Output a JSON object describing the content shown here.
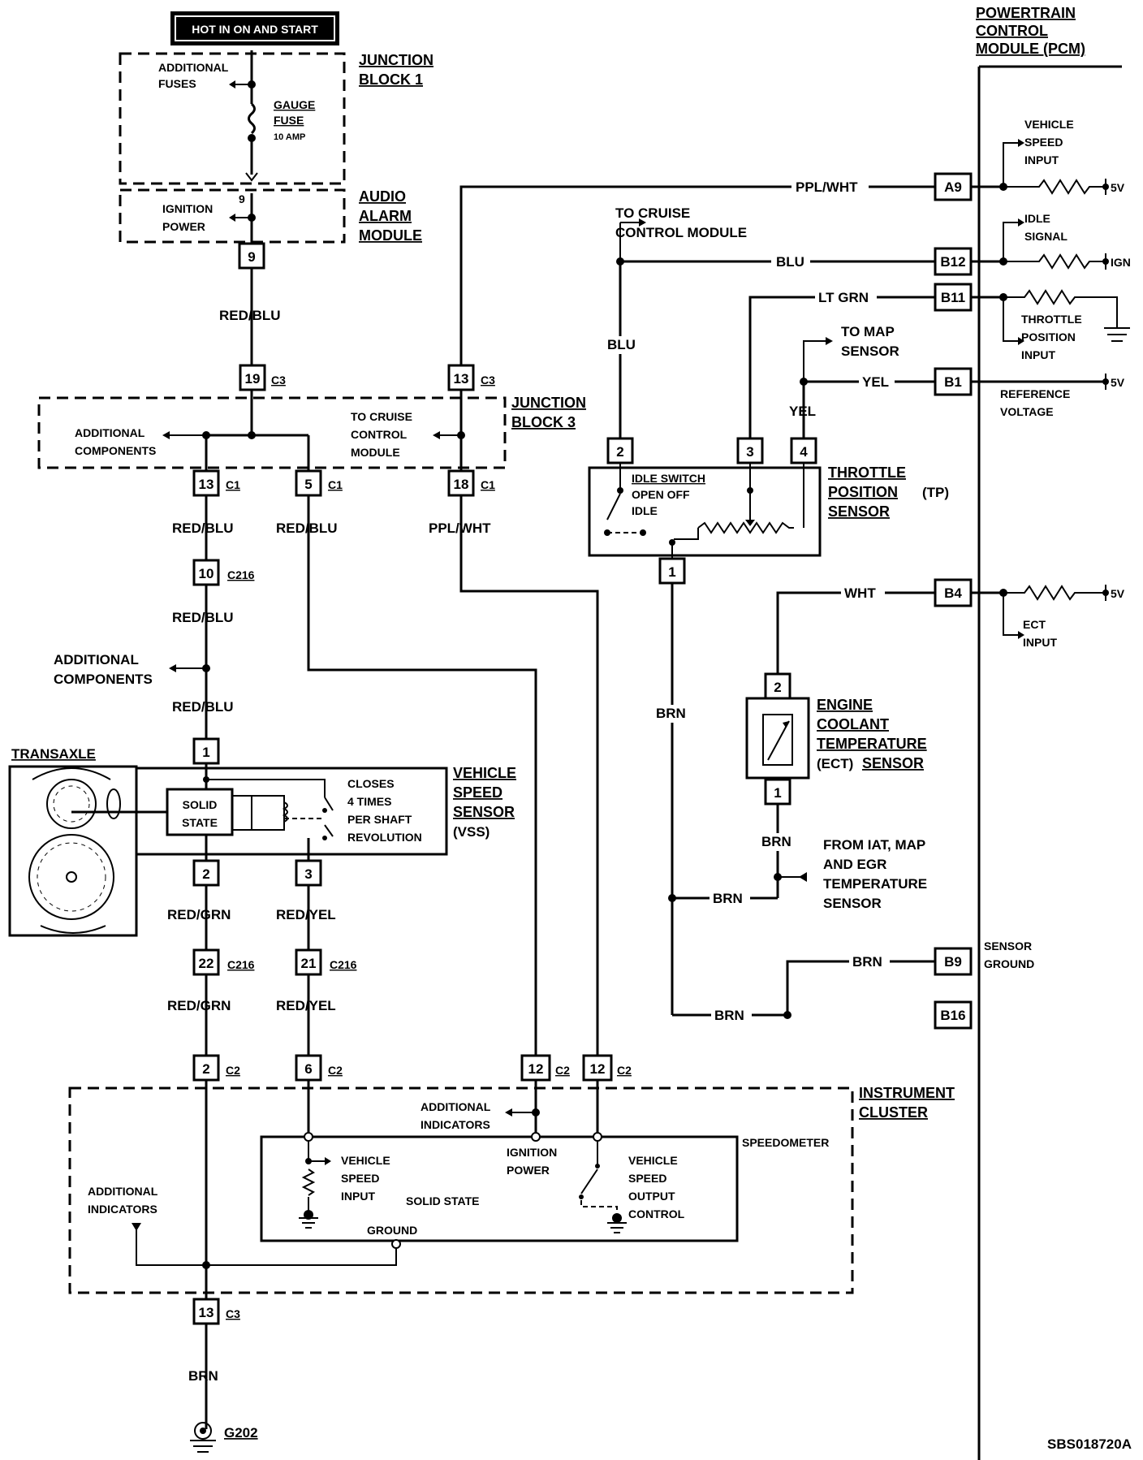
{
  "hot_label": "HOT IN ON AND START",
  "pcm_title": [
    "POWERTRAIN",
    "CONTROL",
    "MODULE (PCM)"
  ],
  "jb1": {
    "title": [
      "JUNCTION",
      "BLOCK 1"
    ],
    "additional_fuses": [
      "ADDITIONAL",
      "FUSES"
    ],
    "gauge_fuse": [
      "GAUGE",
      "FUSE",
      "10 AMP"
    ]
  },
  "audio_alarm": {
    "title": [
      "AUDIO",
      "ALARM",
      "MODULE"
    ],
    "ignition_power": [
      "IGNITION",
      "POWER"
    ],
    "pin_in": "9",
    "pin_out": "9"
  },
  "jb3": {
    "title": [
      "JUNCTION",
      "BLOCK 3"
    ],
    "additional_components": [
      "ADDITIONAL",
      "COMPONENTS"
    ],
    "to_cruise": [
      "TO CRUISE",
      "CONTROL",
      "MODULE"
    ]
  },
  "connectors": {
    "c3_19": "19",
    "c3_13": "13",
    "c3_label": "C3",
    "c1_13": "13",
    "c1_5": "5",
    "c1_18": "18",
    "c1_label": "C1",
    "c216_10": "10",
    "c216_22": "22",
    "c216_21": "21",
    "c216_label": "C216",
    "c2_2": "2",
    "c2_6": "6",
    "c2_12a": "12",
    "c2_12b": "12",
    "c2_label": "C2",
    "c3_13b": "13",
    "c3b_label": "C3"
  },
  "wires": {
    "red_blu": "RED/BLU",
    "ppl_wht": "PPL/WHT",
    "red_grn": "RED/GRN",
    "red_yel": "RED/YEL",
    "blu": "BLU",
    "lt_grn": "LT GRN",
    "yel": "YEL",
    "wht": "WHT",
    "brn": "BRN"
  },
  "additional_components_left": [
    "ADDITIONAL",
    "COMPONENTS"
  ],
  "transaxle": "TRANSAXLE",
  "vss": {
    "title": [
      "VEHICLE",
      "SPEED",
      "SENSOR"
    ],
    "abbr": "(VSS)",
    "solid_state": [
      "SOLID",
      "STATE"
    ],
    "closes": [
      "CLOSES",
      "4 TIMES",
      "PER SHAFT",
      "REVOLUTION"
    ],
    "pin1": "1",
    "pin2": "2",
    "pin3": "3"
  },
  "tp": {
    "title": [
      "THROTTLE",
      "POSITION",
      "SENSOR"
    ],
    "abbr": "(TP)",
    "idle_switch": "IDLE SWITCH",
    "open_off": "OPEN OFF",
    "idle": "IDLE",
    "pin1": "1",
    "pin2": "2",
    "pin3": "3",
    "pin4": "4"
  },
  "to_cruise_top": [
    "TO CRUISE",
    "CONTROL MODULE"
  ],
  "to_map": [
    "TO MAP",
    "SENSOR"
  ],
  "ect": {
    "title": [
      "ENGINE",
      "COOLANT",
      "TEMPERATURE"
    ],
    "title_last": "SENSOR",
    "abbr": "(ECT)",
    "pin2": "2",
    "pin1": "1"
  },
  "from_iat": [
    "FROM IAT, MAP",
    "AND EGR",
    "TEMPERATURE",
    "SENSOR"
  ],
  "pcm_pins": {
    "a9": "A9",
    "b12": "B12",
    "b11": "B11",
    "b1": "B1",
    "b4": "B4",
    "b9": "B9",
    "b16": "B16"
  },
  "pcm_labels": {
    "vss_input": [
      "VEHICLE",
      "SPEED",
      "INPUT"
    ],
    "idle_signal": [
      "IDLE",
      "SIGNAL"
    ],
    "ign": "IGN",
    "five_v": "5V",
    "tp_input": [
      "THROTTLE",
      "POSITION",
      "INPUT"
    ],
    "reference": [
      "REFERENCE",
      "VOLTAGE"
    ],
    "ect_input": [
      "ECT",
      "INPUT"
    ],
    "sensor_ground": [
      "SENSOR",
      "GROUND"
    ]
  },
  "cluster": {
    "title": [
      "INSTRUMENT",
      "CLUSTER"
    ],
    "speedometer": "SPEEDOMETER",
    "additional_indicators_top": [
      "ADDITIONAL",
      "INDICATORS"
    ],
    "additional_indicators_left": [
      "ADDITIONAL",
      "INDICATORS"
    ],
    "ignition_power": [
      "IGNITION",
      "POWER"
    ],
    "vss_input": [
      "VEHICLE",
      "SPEED",
      "INPUT"
    ],
    "solid_state": "SOLID STATE",
    "ground": "GROUND",
    "vss_output": [
      "VEHICLE",
      "SPEED",
      "OUTPUT",
      "CONTROL"
    ]
  },
  "ground_id": "G202",
  "diagram_id": "SBS018720A"
}
